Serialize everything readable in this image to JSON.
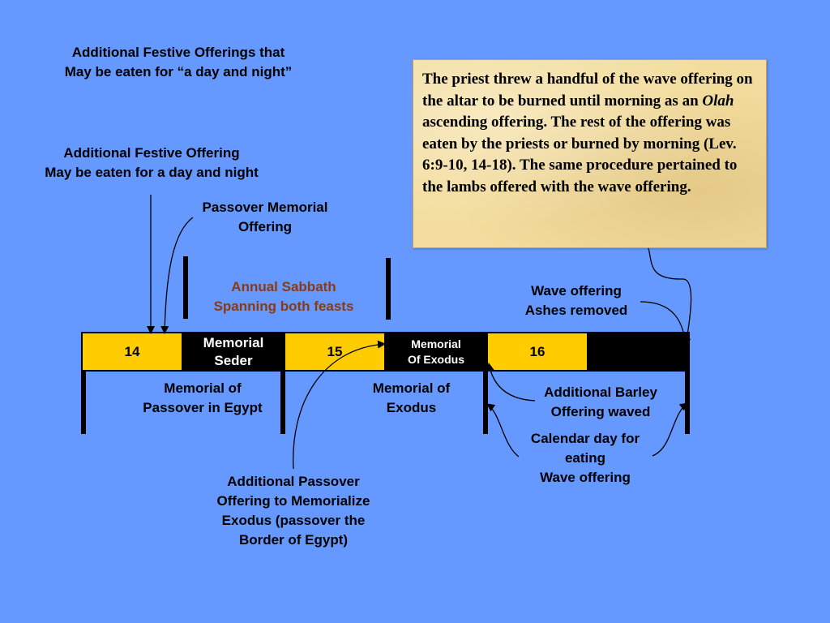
{
  "labels": {
    "festive_offerings_day_night": "Additional Festive Offerings that\nMay be eaten for “a day and night”",
    "festive_offering": "Additional Festive Offering\nMay be eaten for a day and night",
    "passover_memorial_offering": "Passover Memorial\nOffering",
    "annual_sabbath": "Annual Sabbath\nSpanning both feasts",
    "wave_offering_ashes": "Wave offering\nAshes removed",
    "memorial_passover_egypt": "Memorial of\nPassover in Egypt",
    "memorial_exodus": "Memorial of\nExodus",
    "barley_offering": "Additional Barley\nOffering waved",
    "calendar_day": "Calendar day for\neating\nWave offering",
    "additional_passover": "Additional Passover\nOffering to Memorialize\nExodus (passover the\nBorder of Egypt)"
  },
  "note": {
    "text_before": "The priest threw a handful of the wave offering on the altar to be burned until morning as an ",
    "text_italic": "Olah",
    "text_after": " ascending offering. The rest of the offering was eaten by the priests or burned by morning (Lev. 6:9-10, 14-18). The same procedure pertained to the lambs offered with the wave offering."
  },
  "timeline": {
    "day14": "14",
    "memorial_seder": "Memorial\nSeder",
    "day15": "15",
    "memorial_of_exodus": "Memorial\nOf Exodus",
    "day16": "16"
  },
  "colors": {
    "background": "#6699ff",
    "day_cell": "#ffcc00",
    "night_cell": "#000000",
    "sabbath_text": "#8b3a0f",
    "note_fill": "#f3dd9e"
  }
}
